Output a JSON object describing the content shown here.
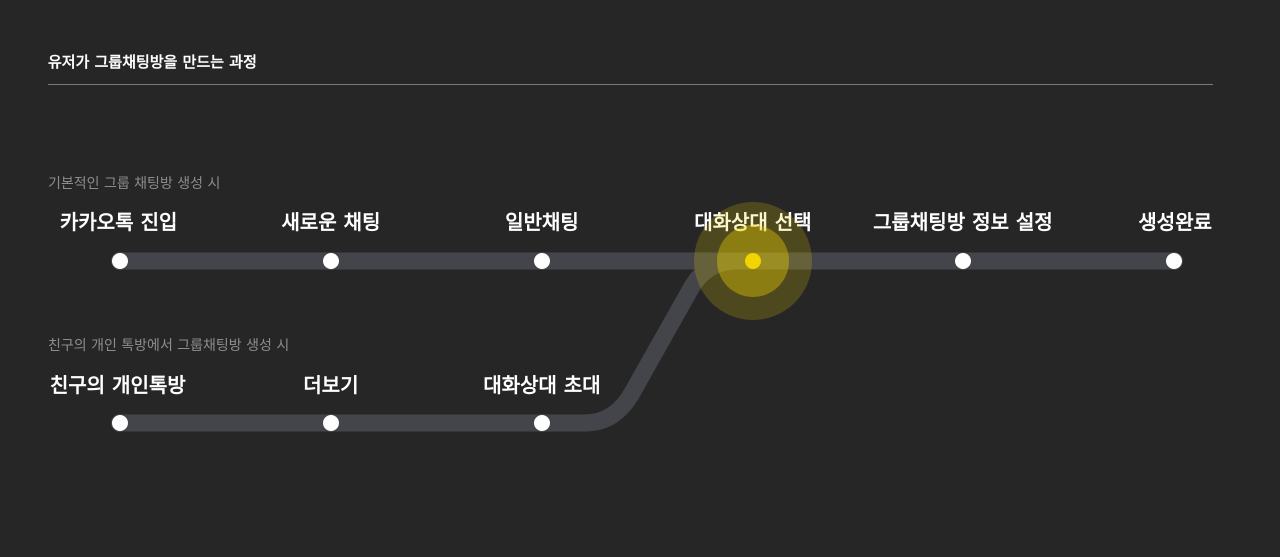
{
  "title": "유저가 그룹채팅방을 만드는 과정",
  "colors": {
    "background": "#262626",
    "track": "#43454a",
    "node": "#ffffff",
    "highlight": "#f2d400"
  },
  "routes": [
    {
      "caption": "기본적인 그룹 채팅방 생성 시",
      "steps": [
        "카카오톡 진입",
        "새로운 채팅",
        "일반채팅",
        "대화상대 선택",
        "그룹채팅방 정보 설정",
        "생성완료"
      ]
    },
    {
      "caption": "친구의 개인 톡방에서 그룹채팅방 생성 시",
      "steps": [
        "친구의 개인톡방",
        "더보기",
        "대화상대 초대"
      ]
    }
  ],
  "highlighted_step": "대화상대 선택"
}
